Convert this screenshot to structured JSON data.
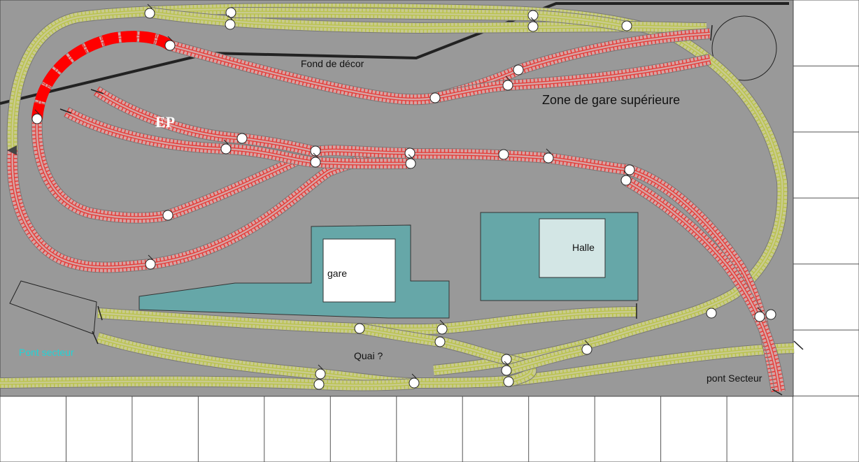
{
  "labels": {
    "fond_decor": "Fond de décor",
    "zone_gare": "Zone de gare supérieure",
    "ep": "EP",
    "gare": "gare",
    "halle": "Halle",
    "quai": "Quai ?",
    "pont_secteur_left": "Pont secteur",
    "pont_secteur_right": "pont Secteur"
  },
  "colors": {
    "baseboard": "#999999",
    "upper_track": "#d7a3a3",
    "upper_rail": "#e53935",
    "lower_track": "#c9cb8f",
    "lower_rail": "#b9c24a",
    "highlight_section": "#ff0000",
    "building": "#66a7a8",
    "building_inner": "#ffffff",
    "halle_inner": "#d3e6e5",
    "backdrop_line": "#222222",
    "pont_label": "#22d3d6"
  },
  "grid": {
    "columns": 13,
    "rows": 7
  }
}
